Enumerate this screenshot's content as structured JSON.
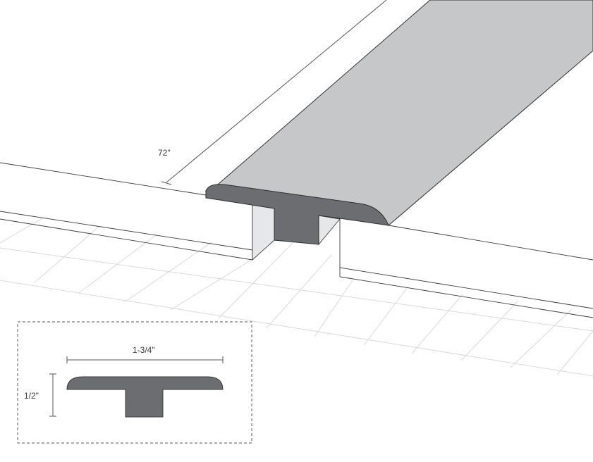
{
  "dimensions": {
    "length": "72\"",
    "width": "1-3/4\"",
    "height": "1/2\""
  },
  "colors": {
    "molding_top": "#c6c7c9",
    "molding_profile": "#6c6d70",
    "channel_wall": "#e6e7e8",
    "line": "#2e2e2e",
    "tile_grid": "#d9d9d9"
  }
}
